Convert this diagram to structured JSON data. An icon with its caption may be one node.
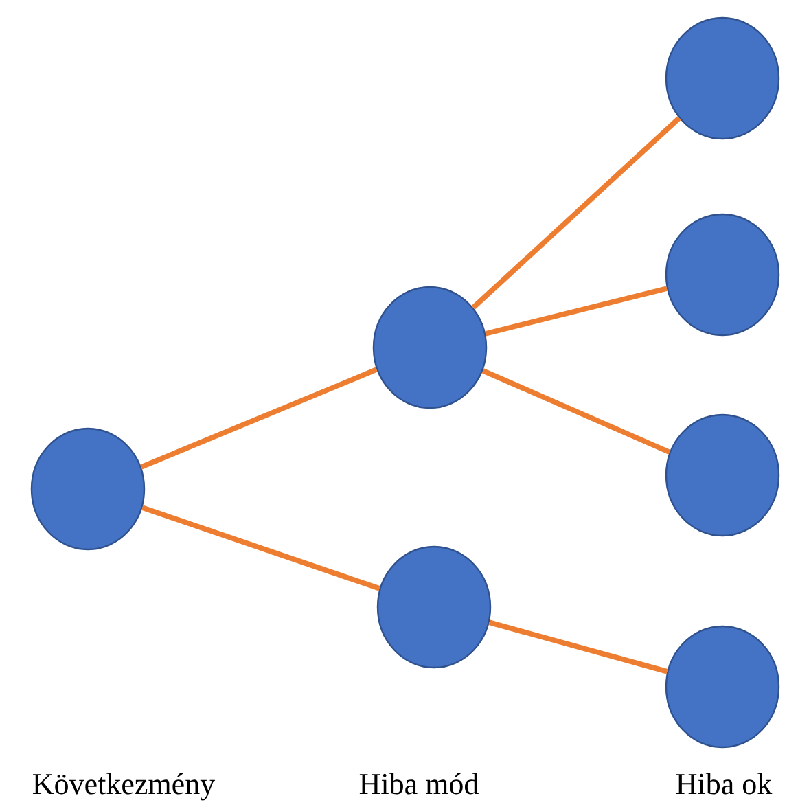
{
  "diagram": {
    "nodes": [
      {
        "text": [],
        "shape": "circle"
      },
      {
        "text": [],
        "shape": "circle"
      },
      {
        "text": [],
        "shape": "circle"
      },
      {
        "text": [],
        "shape": "circle"
      },
      {
        "text": [],
        "shape": "circle"
      },
      {
        "text": [],
        "shape": "circle"
      },
      {
        "text": [],
        "shape": "circle"
      }
    ],
    "edges": [
      {
        "from": 0,
        "to": 1,
        "arrow": "none"
      },
      {
        "from": 0,
        "to": 2,
        "arrow": "none"
      },
      {
        "from": 1,
        "to": 3,
        "arrow": "none"
      },
      {
        "from": 1,
        "to": 4,
        "arrow": "none"
      },
      {
        "from": 1,
        "to": 5,
        "arrow": "none"
      },
      {
        "from": 2,
        "to": 6,
        "arrow": "none"
      }
    ],
    "labels": [
      "Következmény",
      "Hiba mód",
      "Hiba ok"
    ]
  }
}
